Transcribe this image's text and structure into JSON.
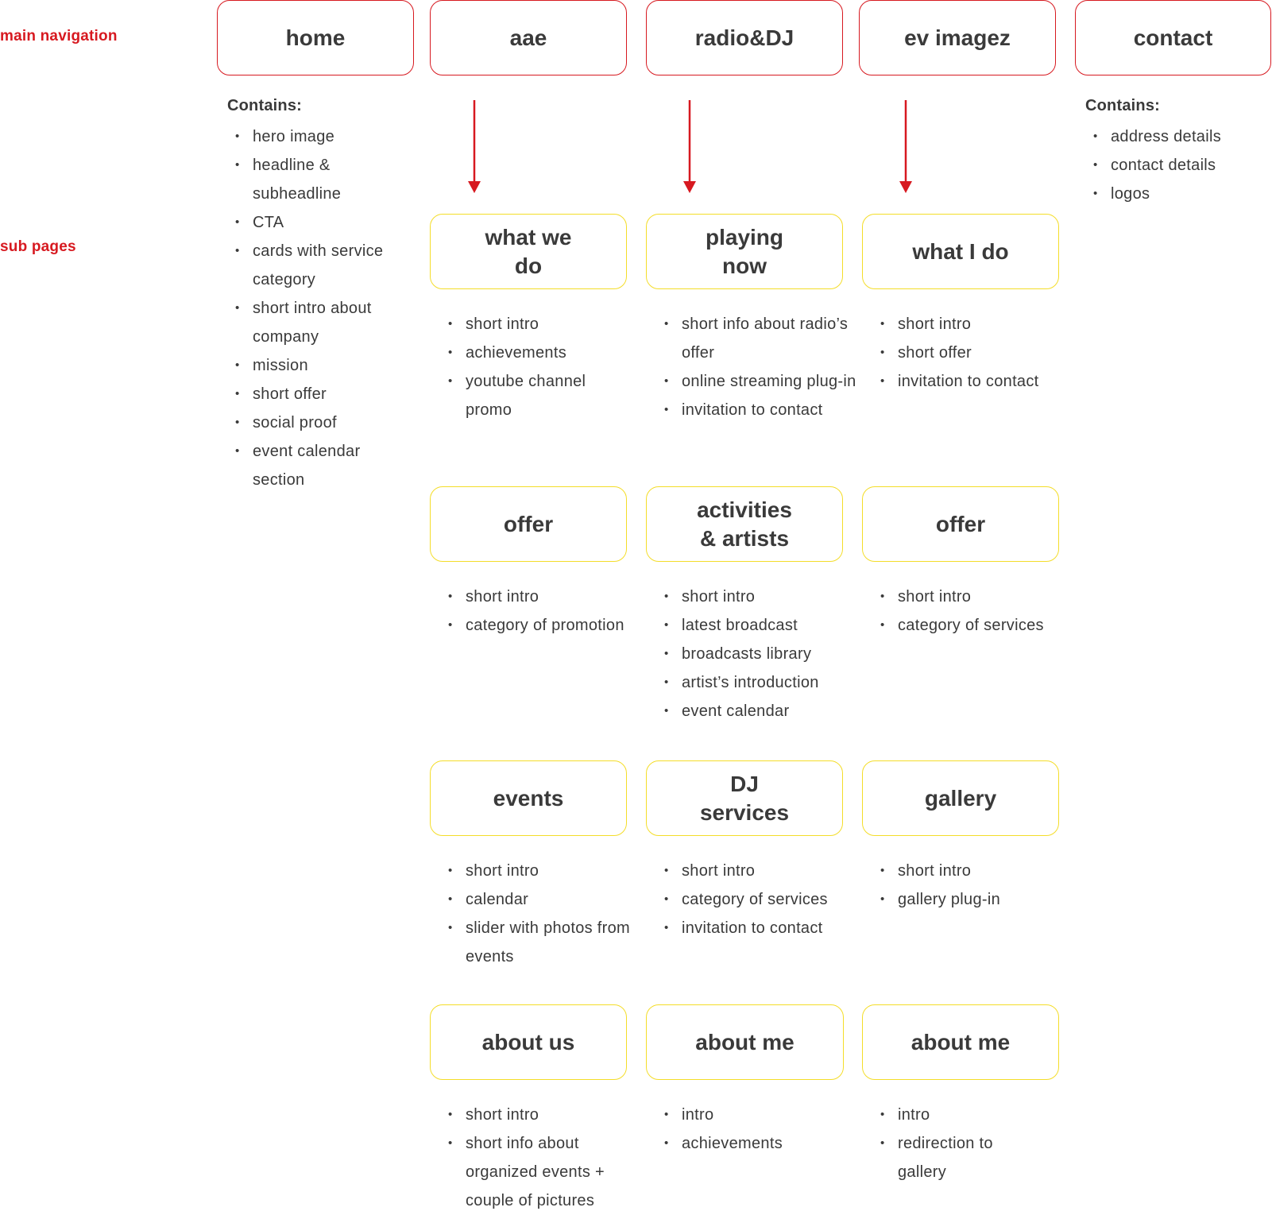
{
  "labels": {
    "main_navigation": "main navigation",
    "sub_pages": "sub pages"
  },
  "colors": {
    "nav_border": "#d71920",
    "sub_border": "#f4dd29",
    "label": "#d71920",
    "text": "#3a3a3a"
  },
  "nav": {
    "home": "home",
    "aae": "aae",
    "radio": "radio&DJ",
    "ev": "ev imagez",
    "contact": "contact"
  },
  "home_contains": {
    "heading": "Contains:",
    "items": [
      "hero image",
      "headline & subheadline",
      "CTA",
      "cards with service category",
      "short intro about company",
      "mission",
      "short offer",
      "social proof",
      "event calendar section"
    ]
  },
  "contact_contains": {
    "heading": "Contains:",
    "items": [
      "address details",
      "contact details",
      "logos"
    ]
  },
  "aae": {
    "what_we_do": {
      "title_1": "what we",
      "title_2": "do",
      "items": [
        "short intro",
        "achievements",
        "youtube channel promo"
      ]
    },
    "offer": {
      "title": "offer",
      "items": [
        "short intro",
        "category of promotion"
      ]
    },
    "events": {
      "title": "events",
      "items": [
        "short intro",
        "calendar",
        "slider with photos from events"
      ]
    },
    "about_us": {
      "title": "about us",
      "items": [
        "short intro",
        "short info about organized events + couple of pictures"
      ]
    }
  },
  "radio": {
    "playing_now": {
      "title_1": "playing",
      "title_2": "now",
      "items": [
        "short info about radio’s offer",
        "online streaming plug-in",
        "invitation to contact"
      ]
    },
    "activities": {
      "title_1": "activities",
      "title_2": "& artists",
      "items": [
        "short intro",
        "latest broadcast",
        "broadcasts library",
        "artist’s introduction",
        "event calendar"
      ]
    },
    "dj_services": {
      "title_1": "DJ",
      "title_2": "services",
      "items": [
        "short intro",
        "category of services",
        "invitation to contact"
      ]
    },
    "about_me": {
      "title": "about me",
      "items": [
        "intro",
        "achievements"
      ]
    }
  },
  "ev": {
    "what_i_do": {
      "title": "what I do",
      "items": [
        "short intro",
        "short offer",
        "invitation to contact"
      ]
    },
    "offer": {
      "title": "offer",
      "items": [
        "short intro",
        "category of services"
      ]
    },
    "gallery": {
      "title": "gallery",
      "items": [
        "short intro",
        "gallery plug-in"
      ]
    },
    "about_me": {
      "title": "about me",
      "items": [
        "intro",
        "redirection to gallery"
      ]
    }
  }
}
